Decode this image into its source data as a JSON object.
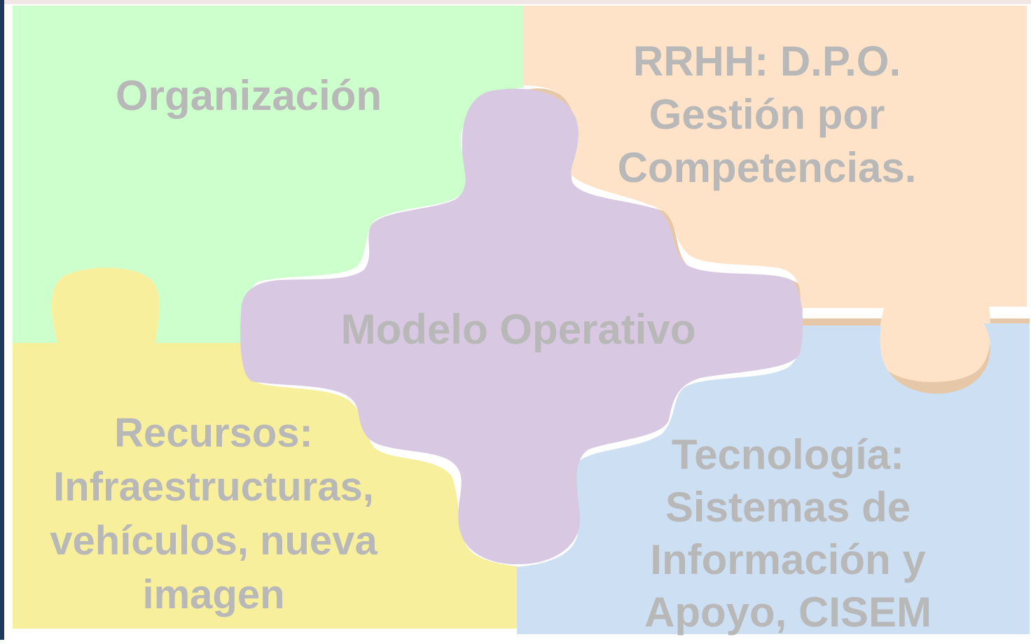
{
  "colors": {
    "organizacion": "#ccffcc",
    "rrhh": "#ffe3c8",
    "recursos": "#f8ef9c",
    "tecnologia": "#cde0f3",
    "modelo": "#d8c8e2",
    "shadow": "#e6c8a8",
    "text": "#b8b8b8",
    "frame": "#1e3a5f"
  },
  "pieces": {
    "organizacion": {
      "lines": [
        "Organización"
      ]
    },
    "rrhh": {
      "lines": [
        "RRHH: D.P.O.",
        "Gestión por",
        "Competencias."
      ]
    },
    "modelo": {
      "lines": [
        "Modelo Operativo"
      ]
    },
    "recursos": {
      "lines": [
        "Recursos:",
        "Infraestructuras,",
        "vehículos, nueva",
        "imagen"
      ]
    },
    "tecnologia": {
      "lines": [
        "Tecnología:",
        "Sistemas de",
        "Información y",
        "Apoyo, CISEM"
      ]
    }
  }
}
